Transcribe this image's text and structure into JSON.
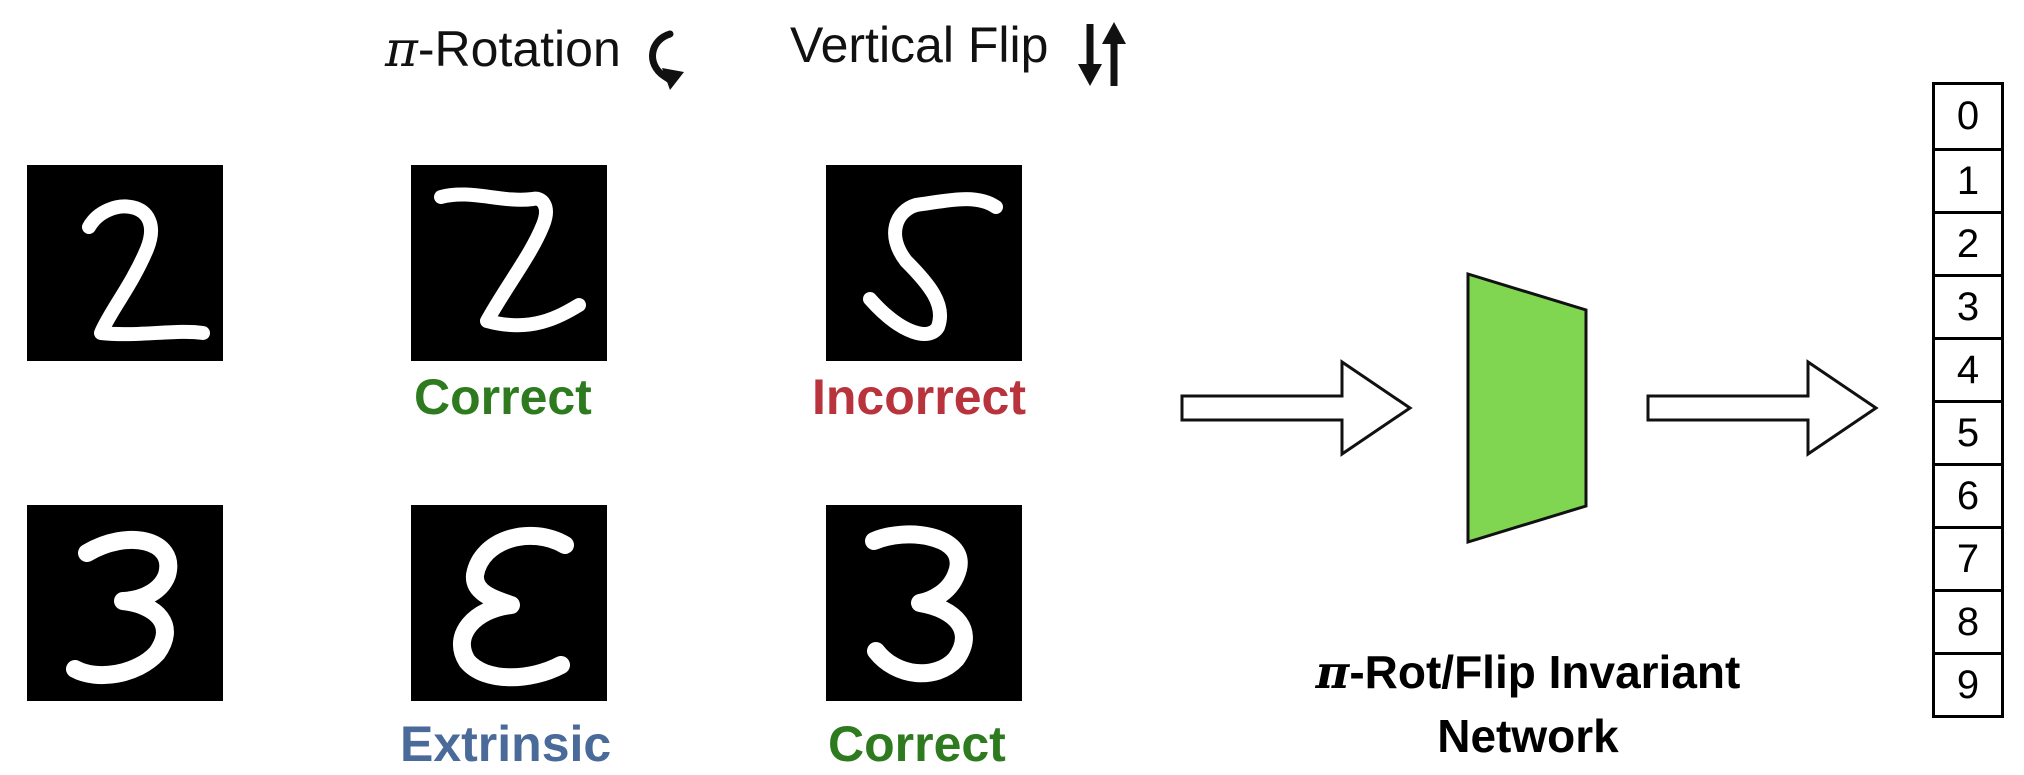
{
  "headers": {
    "rotation": {
      "symbol": "π",
      "text": "-Rotation",
      "icon": "clockwise-hook-arrow-icon"
    },
    "flip": {
      "text": "Vertical Flip",
      "icon": "up-down-arrows-icon"
    }
  },
  "rows": [
    {
      "original_digit": "2",
      "rotation_label": "Correct",
      "flip_label": "Incorrect"
    },
    {
      "original_digit": "3",
      "rotation_label": "Extrinsic",
      "flip_label": "Correct"
    }
  ],
  "label_colors": {
    "Correct": "#2e7a1f",
    "Incorrect": "#b8333b",
    "Extrinsic": "#4a6a99"
  },
  "network": {
    "caption_symbol": "π",
    "caption_line1": "-Rot/Flip Invariant",
    "caption_line2": "Network",
    "color": "#80d650"
  },
  "outputs": [
    "0",
    "1",
    "2",
    "3",
    "4",
    "5",
    "6",
    "7",
    "8",
    "9"
  ]
}
